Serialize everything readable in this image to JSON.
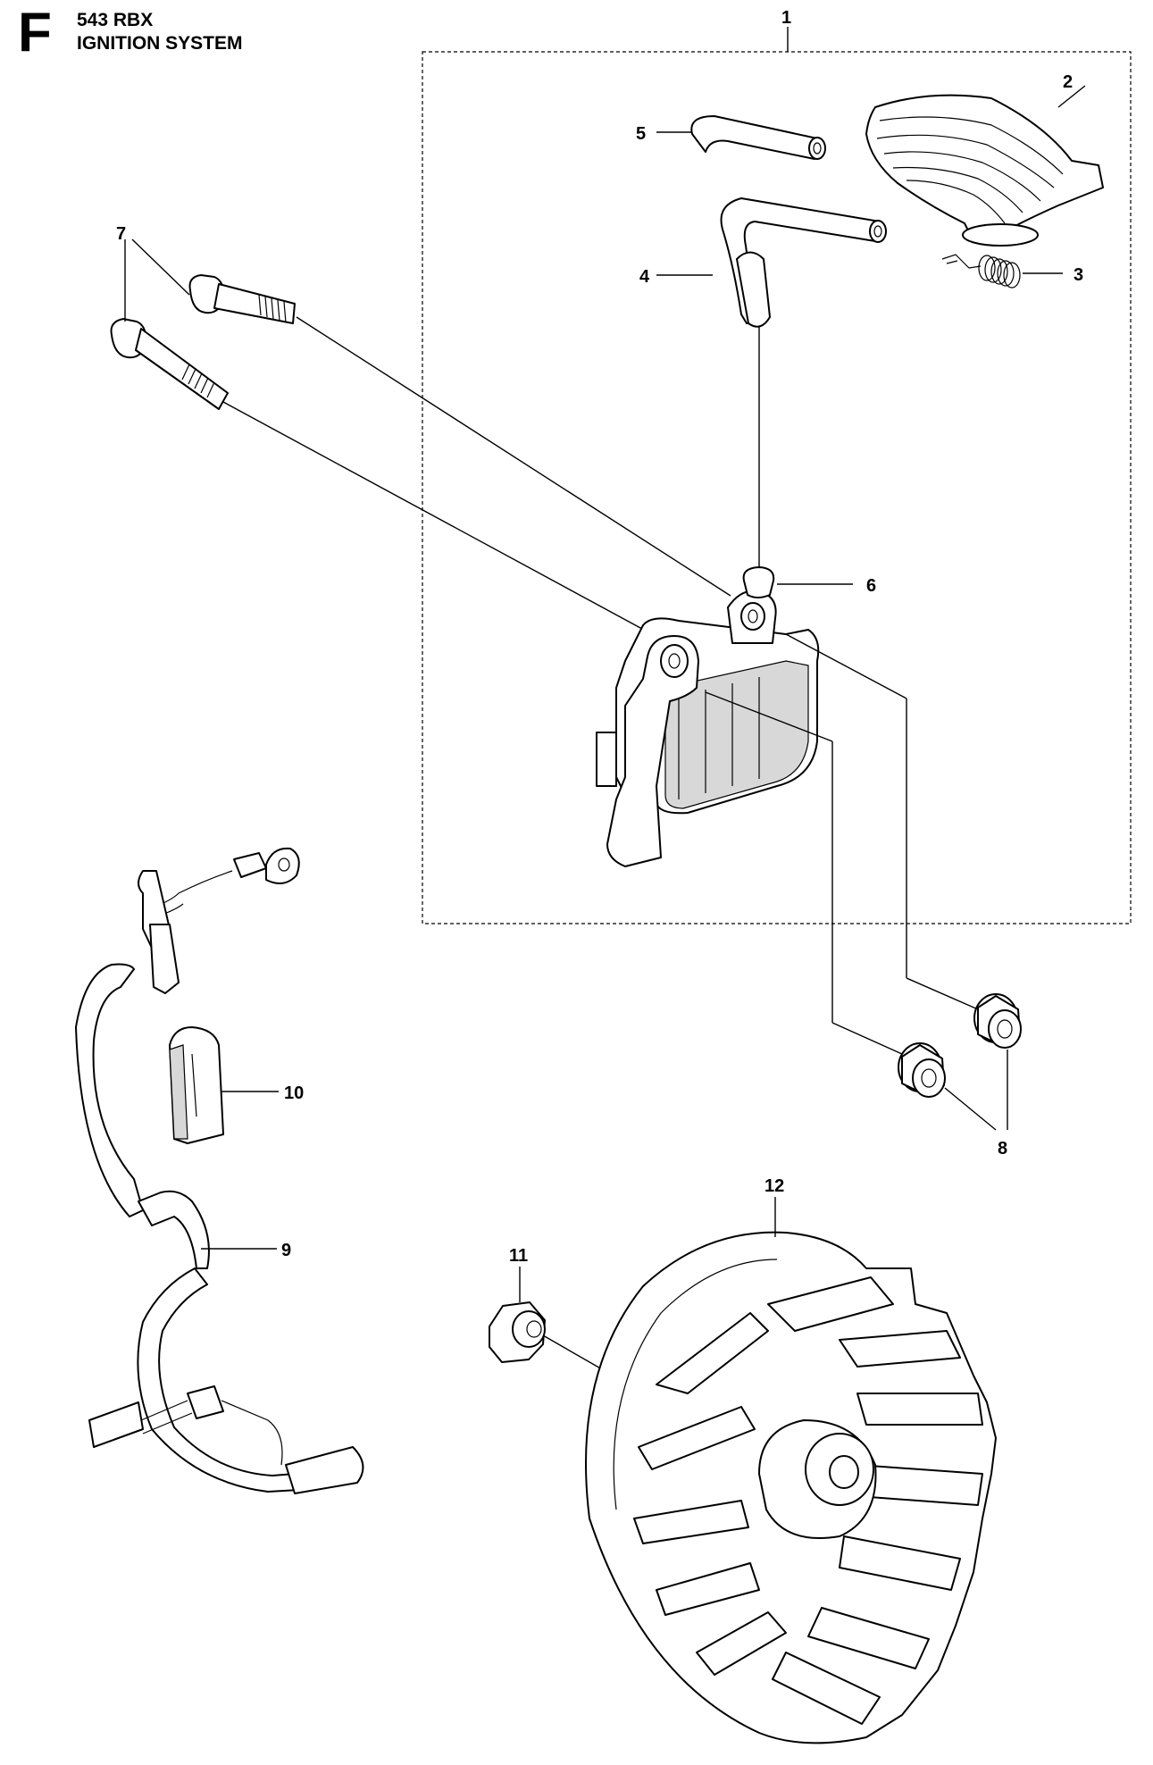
{
  "header": {
    "section": "F",
    "model": "543 RBX",
    "title": "IGNITION SYSTEM"
  },
  "callouts": {
    "c1": "1",
    "c2": "2",
    "c3": "3",
    "c4": "4",
    "c5": "5",
    "c6": "6",
    "c7": "7",
    "c8": "8",
    "c9": "9",
    "c10": "10",
    "c11": "11",
    "c12": "12"
  },
  "parts": [
    {
      "ref": "1",
      "component": "ignition-module-assembly"
    },
    {
      "ref": "2",
      "component": "stop-switch-cover"
    },
    {
      "ref": "3",
      "component": "torsion-spring"
    },
    {
      "ref": "4",
      "component": "hose-long"
    },
    {
      "ref": "5",
      "component": "hose-short"
    },
    {
      "ref": "6",
      "component": "ignition-module"
    },
    {
      "ref": "7",
      "component": "screws"
    },
    {
      "ref": "8",
      "component": "spacers"
    },
    {
      "ref": "9",
      "component": "wire-harness"
    },
    {
      "ref": "10",
      "component": "cable-clip"
    },
    {
      "ref": "11",
      "component": "flywheel-nut"
    },
    {
      "ref": "12",
      "component": "flywheel"
    }
  ]
}
